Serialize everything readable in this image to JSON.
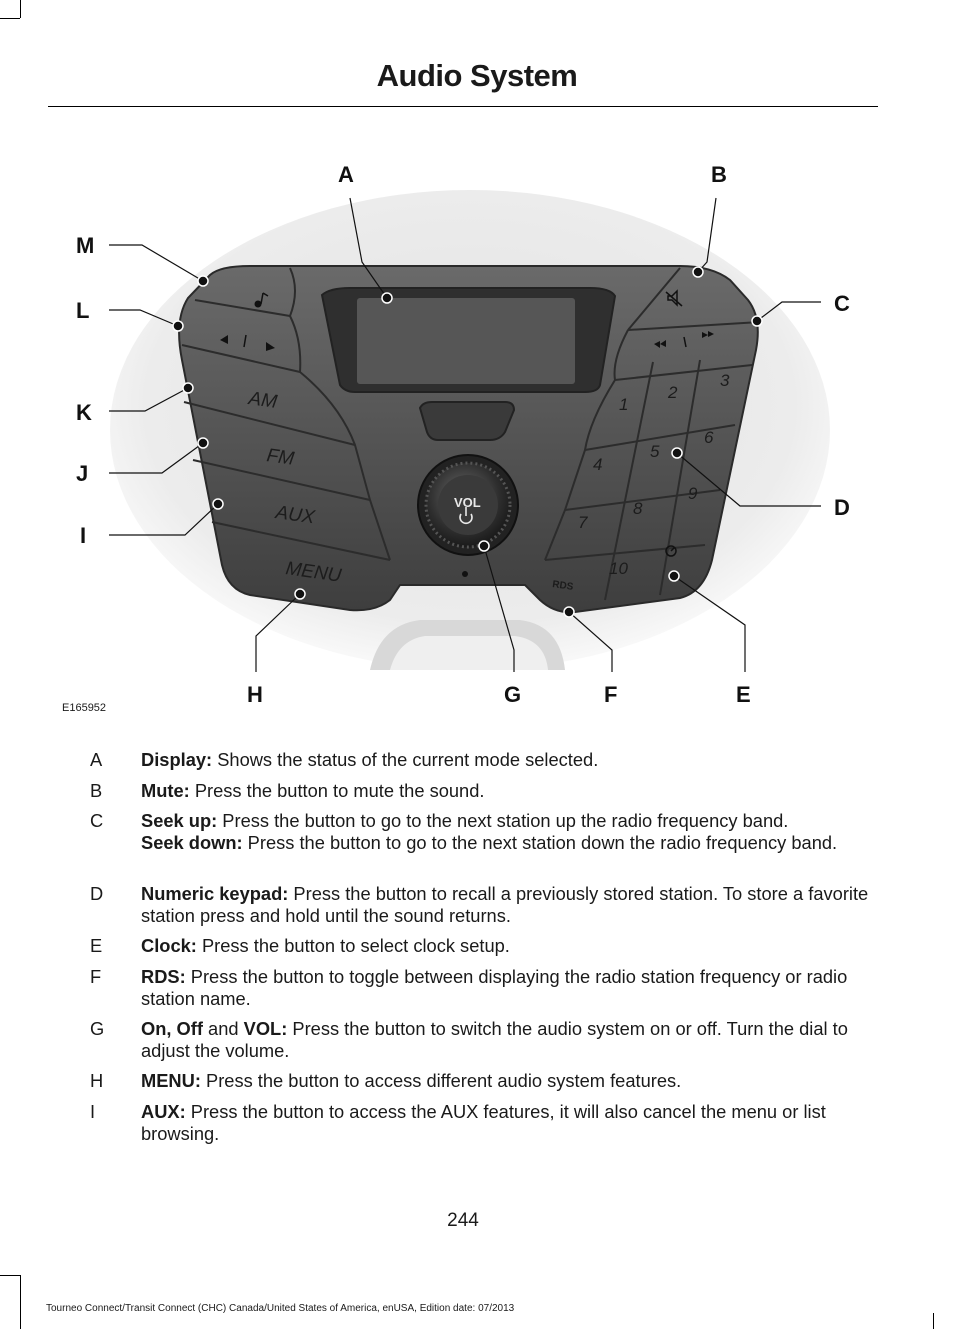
{
  "header": {
    "title": "Audio System"
  },
  "figure": {
    "id": "E165952",
    "callouts": [
      "A",
      "B",
      "C",
      "D",
      "E",
      "F",
      "G",
      "H",
      "I",
      "J",
      "K",
      "L",
      "M"
    ],
    "button_labels": {
      "am": "AM",
      "fm": "FM",
      "aux": "AUX",
      "menu": "MENU",
      "vol": "VOL",
      "rds": "RDS",
      "keys": [
        "1",
        "2",
        "3",
        "4",
        "5",
        "6",
        "7",
        "8",
        "9",
        "10"
      ]
    },
    "icons": [
      "music-note-icon",
      "seek-icon",
      "mute-icon",
      "power-icon",
      "clock-icon"
    ]
  },
  "items": [
    {
      "letter": "A",
      "parts": [
        {
          "b": "Display:",
          "t": " Shows the status of the current mode selected."
        }
      ]
    },
    {
      "letter": "B",
      "parts": [
        {
          "b": "Mute:",
          "t": " Press the button to mute the sound."
        }
      ]
    },
    {
      "letter": "C",
      "parts": [
        {
          "b": "Seek up:",
          "t": " Press the button to go to the next station up the radio frequency band."
        },
        {
          "b": "Seek down:",
          "t": " Press the button to go to the next station down the radio frequency band."
        }
      ]
    },
    {
      "letter": "D",
      "parts": [
        {
          "b": "Numeric keypad:",
          "t": " Press the button to recall a previously stored station. To store a favorite station press and hold until the sound returns."
        }
      ]
    },
    {
      "letter": "E",
      "parts": [
        {
          "b": "Clock:",
          "t": " Press the button to select clock setup."
        }
      ]
    },
    {
      "letter": "F",
      "parts": [
        {
          "b": "RDS:",
          "t": " Press the button to toggle between displaying the radio station frequency or radio station name."
        }
      ]
    },
    {
      "letter": "G",
      "parts": [
        {
          "b": "On, Off",
          "t": " and "
        },
        {
          "b": "VOL:",
          "t": " Press the button to switch the audio system on or off. Turn the dial to adjust the volume."
        }
      ]
    },
    {
      "letter": "H",
      "parts": [
        {
          "b": "MENU:",
          "t": " Press the button to access different audio system features."
        }
      ]
    },
    {
      "letter": "I",
      "parts": [
        {
          "b": "AUX:",
          "t": " Press the button to access the AUX features, it will also cancel the menu or list browsing."
        }
      ]
    }
  ],
  "footer": {
    "page_number": "244",
    "edition": "Tourneo Connect/Transit Connect (CHC) Canada/United States of America, enUSA, Edition date: 07/2013"
  }
}
